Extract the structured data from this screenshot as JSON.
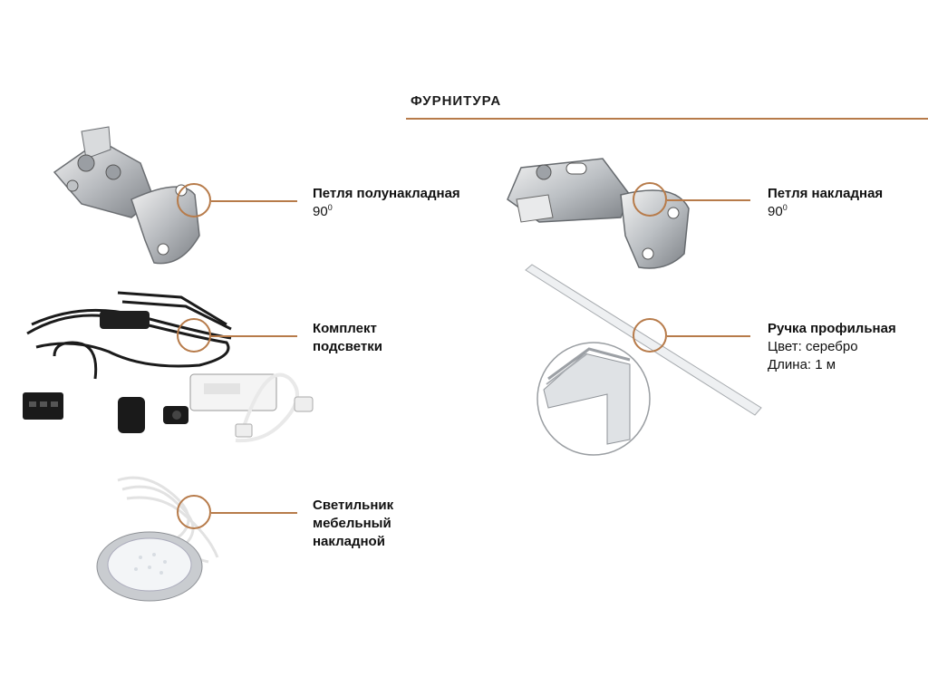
{
  "section": {
    "title": "ФУРНИТУРА"
  },
  "items": {
    "hinge_half": {
      "title": "Петля полунакладная",
      "sub_base": "90",
      "sub_sup": "0"
    },
    "lighting_kit": {
      "title_line1": "Комплект",
      "title_line2": "подсветки"
    },
    "lamp": {
      "title_line1": "Светильник",
      "title_line2": "мебельный",
      "title_line3": "накладной"
    },
    "hinge_overlay": {
      "title": "Петля накладная",
      "sub_base": "90",
      "sub_sup": "0"
    },
    "handle": {
      "title": "Ручка профильная",
      "color": "Цвет: серебро",
      "length": "Длина: 1 м"
    }
  },
  "colors": {
    "accent": "#b77b4a"
  }
}
